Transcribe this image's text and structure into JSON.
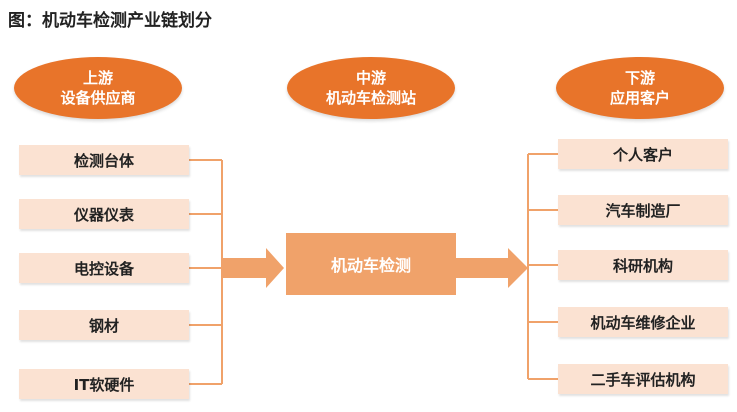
{
  "title": "图：机动车检测产业链划分",
  "upstream": {
    "line1": "上游",
    "line2": "设备供应商"
  },
  "midstream": {
    "line1": "中游",
    "line2": "机动车检测站"
  },
  "downstream": {
    "line1": "下游",
    "line2": "应用客户"
  },
  "center": "机动车检测",
  "left_items": [
    "检测台体",
    "仪器仪表",
    "电控设备",
    "钢材",
    "IT软硬件"
  ],
  "right_items": [
    "个人客户",
    "汽车制造厂",
    "科研机构",
    "机动车维修企业",
    "二手车评估机构"
  ],
  "colors": {
    "accent": "#E8742A",
    "box": "#FBE2D2",
    "center": "#F0A26A",
    "connector": "#F0A26A"
  }
}
